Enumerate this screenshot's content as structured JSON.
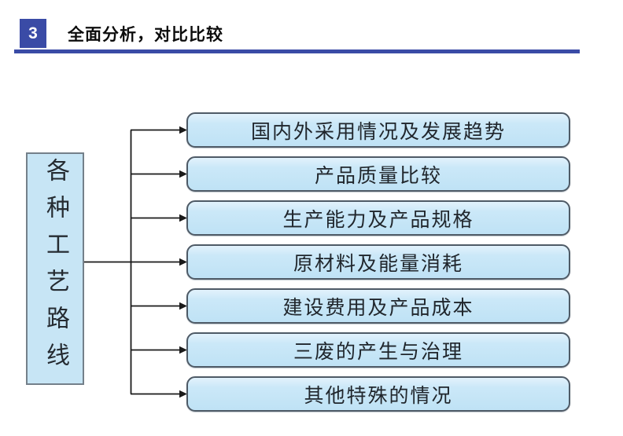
{
  "header": {
    "number": "3",
    "title": "全面分析，对比比较"
  },
  "colors": {
    "accent_blue": "#3a4ba6",
    "box_fill": "#c7e5f5",
    "box_border": "#4e5a66",
    "root_border": "#74808a",
    "connector_line": "#1a1a1a",
    "text": "#20262c"
  },
  "diagram": {
    "root": {
      "label": "各种工艺路线"
    },
    "branches": [
      {
        "label": "国内外采用情况及发展趋势"
      },
      {
        "label": "产品质量比较"
      },
      {
        "label": "生产能力及产品规格"
      },
      {
        "label": "原材料及能量消耗"
      },
      {
        "label": "建设费用及产品成本"
      },
      {
        "label": "三废的产生与治理"
      },
      {
        "label": "其他特殊的情况"
      }
    ]
  }
}
